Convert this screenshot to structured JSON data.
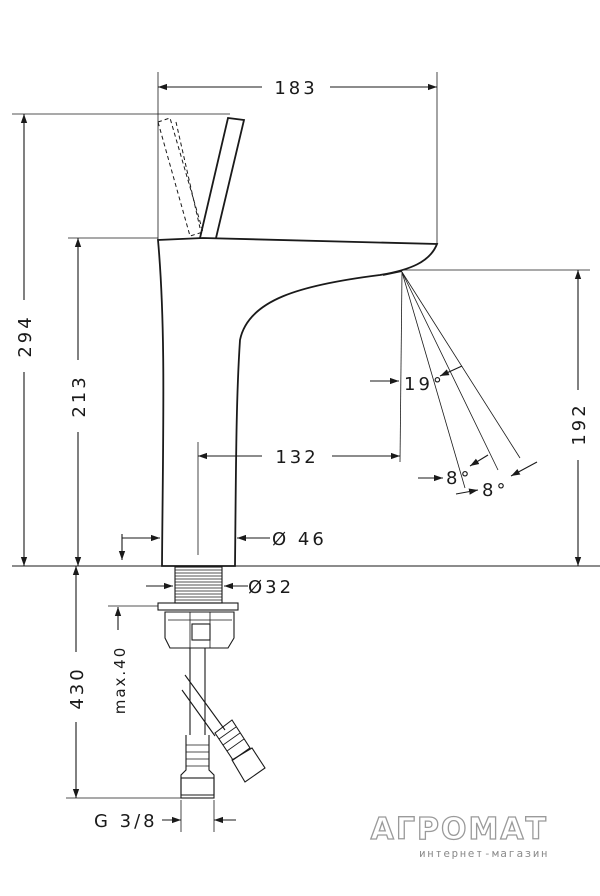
{
  "dimensions": {
    "overall_width": "183",
    "overall_height": "294",
    "spout_height": "213",
    "outlet_height": "192",
    "projection": "132",
    "body_diameter": "Ø 46",
    "shank_diameter": "Ø32",
    "mounting_depth": "430",
    "max_thickness": "max.40",
    "connection": "G 3/8"
  },
  "angles": {
    "jet_angle": "19°",
    "jet_spread_1": "8°",
    "jet_spread_2": "8°"
  },
  "watermark": {
    "title": "АГРОМАТ",
    "subtitle": "интернет-магазин"
  }
}
